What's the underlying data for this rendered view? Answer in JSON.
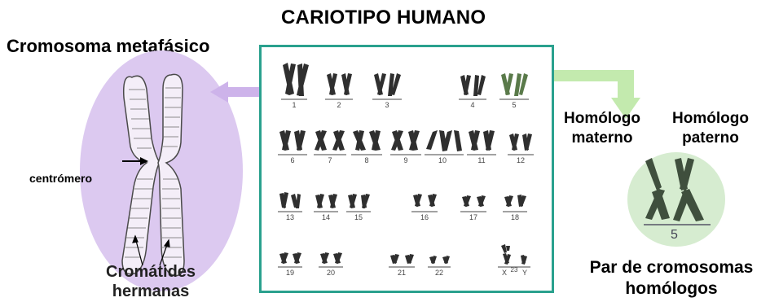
{
  "title": "CARIOTIPO HUMANO",
  "left_panel": {
    "title": "Cromosoma metafásico",
    "centromere_label": "centrómero",
    "chromatids_label_1": "Cromátides",
    "chromatids_label_2": "hermanas"
  },
  "right_panel": {
    "maternal_1": "Homólogo",
    "maternal_2": "materno",
    "paternal_1": "Homólogo",
    "paternal_2": "paterno",
    "pair_number": "5",
    "caption_1": "Par de cromosomas",
    "caption_2": "homólogos"
  },
  "karyotype": {
    "labels": [
      "1",
      "2",
      "3",
      "4",
      "5",
      "6",
      "7",
      "8",
      "9",
      "10",
      "11",
      "12",
      "13",
      "14",
      "15",
      "16",
      "17",
      "18",
      "19",
      "20",
      "21",
      "22",
      "X",
      "23",
      "Y"
    ]
  },
  "colors": {
    "box_border": "#2aa18e",
    "purple": "#dcc9f0",
    "green": "#cfe8c0",
    "chromosome": "#333333"
  }
}
